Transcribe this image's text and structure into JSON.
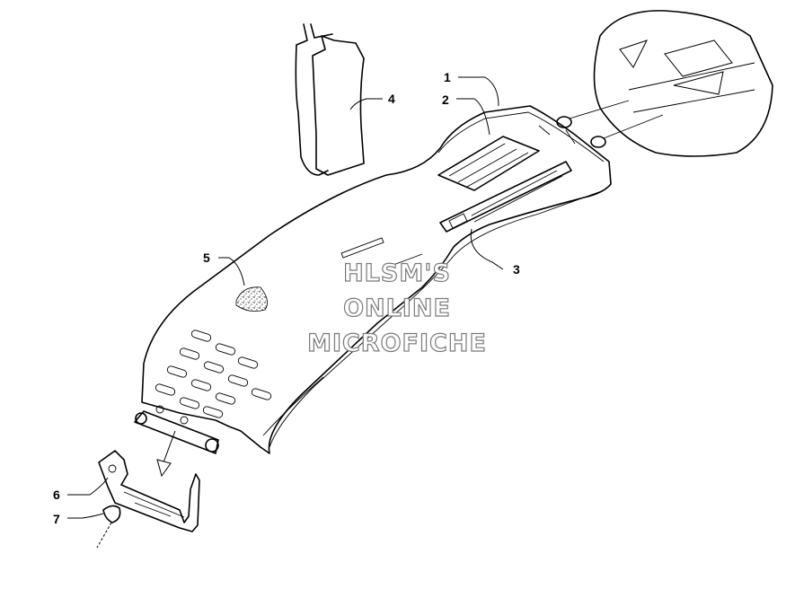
{
  "diagram": {
    "callouts": [
      {
        "id": "1",
        "label": "1"
      },
      {
        "id": "2",
        "label": "2"
      },
      {
        "id": "3",
        "label": "3"
      },
      {
        "id": "4",
        "label": "4"
      },
      {
        "id": "5",
        "label": "5"
      },
      {
        "id": "6",
        "label": "6"
      },
      {
        "id": "7",
        "label": "7"
      }
    ],
    "watermark": [
      "HLSM'S",
      "ONLINE",
      "MICROFICHE"
    ]
  }
}
